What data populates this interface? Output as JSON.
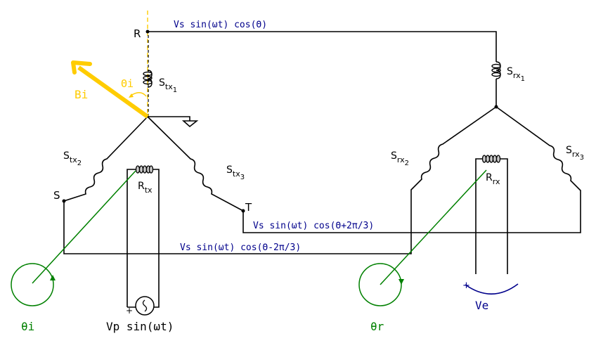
{
  "labels": {
    "R": "R",
    "S": "S",
    "T": "T",
    "stx1": {
      "base": "S",
      "sub": "tx",
      "idx": "1"
    },
    "stx2": {
      "base": "S",
      "sub": "tx",
      "idx": "2"
    },
    "stx3": {
      "base": "S",
      "sub": "tx",
      "idx": "3"
    },
    "srx1": {
      "base": "S",
      "sub": "rx",
      "idx": "1"
    },
    "srx2": {
      "base": "S",
      "sub": "rx",
      "idx": "2"
    },
    "srx3": {
      "base": "S",
      "sub": "rx",
      "idx": "3"
    },
    "rtx": {
      "base": "R",
      "sub": "tx"
    },
    "rrx": {
      "base": "R",
      "sub": "rx"
    },
    "bi": "Bi",
    "theta_i_angle": "Θi",
    "theta_i": "θi",
    "theta_r": "θr",
    "source": "Vp sin(ωt)",
    "ve": "Ve",
    "plus": "+"
  },
  "signals": {
    "r": "Vs sin(ωt) cos(Θ)",
    "t": "Vs sin(ωt) cos(Θ+2π/3)",
    "s": "Vs sin(ωt) cos(Θ-2π/3)"
  },
  "colors": {
    "wire": "#000000",
    "signal": "#00008b",
    "field": "#ffcc00",
    "rotor": "#008000"
  }
}
